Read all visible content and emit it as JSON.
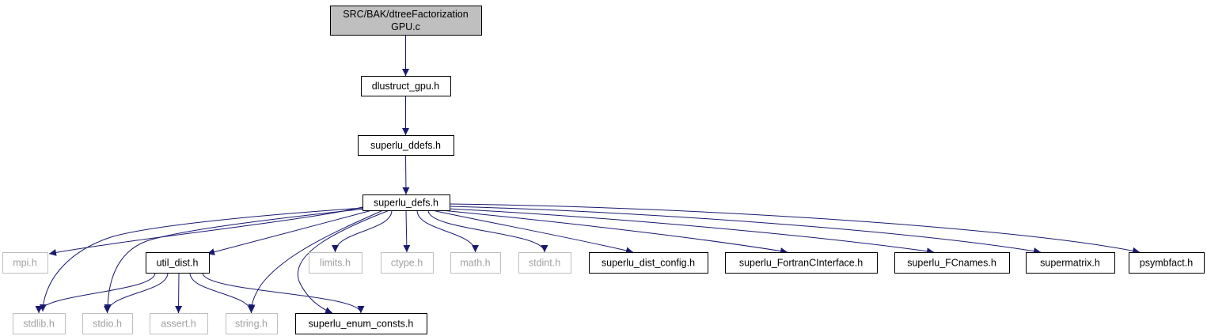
{
  "colors": {
    "edge": "#191970",
    "root_fill": "#bfbfbf",
    "node_fill": "#ffffff",
    "node_border": "#000000",
    "external_border": "#bfbfbf",
    "external_text": "#a0a0a0"
  },
  "nodes": {
    "root": {
      "lines": [
        "SRC/BAK/dtreeFactorization",
        "GPU.c"
      ],
      "kind": "root"
    },
    "dlustruct": {
      "lines": [
        "dlustruct_gpu.h"
      ],
      "kind": "internal"
    },
    "superlu_ddefs": {
      "lines": [
        "superlu_ddefs.h"
      ],
      "kind": "internal"
    },
    "superlu_defs": {
      "lines": [
        "superlu_defs.h"
      ],
      "kind": "internal"
    },
    "mpi": {
      "lines": [
        "mpi.h"
      ],
      "kind": "external"
    },
    "util_dist": {
      "lines": [
        "util_dist.h"
      ],
      "kind": "internal"
    },
    "limits": {
      "lines": [
        "limits.h"
      ],
      "kind": "external"
    },
    "ctype": {
      "lines": [
        "ctype.h"
      ],
      "kind": "external"
    },
    "math": {
      "lines": [
        "math.h"
      ],
      "kind": "external"
    },
    "stdint": {
      "lines": [
        "stdint.h"
      ],
      "kind": "external"
    },
    "dist_config": {
      "lines": [
        "superlu_dist_config.h"
      ],
      "kind": "internal"
    },
    "fortran": {
      "lines": [
        "superlu_FortranCInterface.h"
      ],
      "kind": "internal"
    },
    "fcnames": {
      "lines": [
        "superlu_FCnames.h"
      ],
      "kind": "internal"
    },
    "supermatrix": {
      "lines": [
        "supermatrix.h"
      ],
      "kind": "internal"
    },
    "psymbfact": {
      "lines": [
        "psymbfact.h"
      ],
      "kind": "internal"
    },
    "stdlib": {
      "lines": [
        "stdlib.h"
      ],
      "kind": "external"
    },
    "stdio": {
      "lines": [
        "stdio.h"
      ],
      "kind": "external"
    },
    "assert": {
      "lines": [
        "assert.h"
      ],
      "kind": "external"
    },
    "string": {
      "lines": [
        "string.h"
      ],
      "kind": "external"
    },
    "enum_consts": {
      "lines": [
        "superlu_enum_consts.h"
      ],
      "kind": "internal"
    }
  },
  "edges": [
    [
      "root",
      "dlustruct"
    ],
    [
      "dlustruct",
      "superlu_ddefs"
    ],
    [
      "superlu_ddefs",
      "superlu_defs"
    ],
    [
      "superlu_defs",
      "mpi"
    ],
    [
      "superlu_defs",
      "stdlib"
    ],
    [
      "superlu_defs",
      "stdio"
    ],
    [
      "superlu_defs",
      "util_dist"
    ],
    [
      "superlu_defs",
      "string"
    ],
    [
      "superlu_defs",
      "enum_consts"
    ],
    [
      "superlu_defs",
      "limits"
    ],
    [
      "superlu_defs",
      "ctype"
    ],
    [
      "superlu_defs",
      "math"
    ],
    [
      "superlu_defs",
      "stdint"
    ],
    [
      "superlu_defs",
      "dist_config"
    ],
    [
      "superlu_defs",
      "fortran"
    ],
    [
      "superlu_defs",
      "fcnames"
    ],
    [
      "superlu_defs",
      "supermatrix"
    ],
    [
      "superlu_defs",
      "psymbfact"
    ],
    [
      "util_dist",
      "stdlib"
    ],
    [
      "util_dist",
      "stdio"
    ],
    [
      "util_dist",
      "assert"
    ],
    [
      "util_dist",
      "string"
    ],
    [
      "util_dist",
      "enum_consts"
    ]
  ]
}
